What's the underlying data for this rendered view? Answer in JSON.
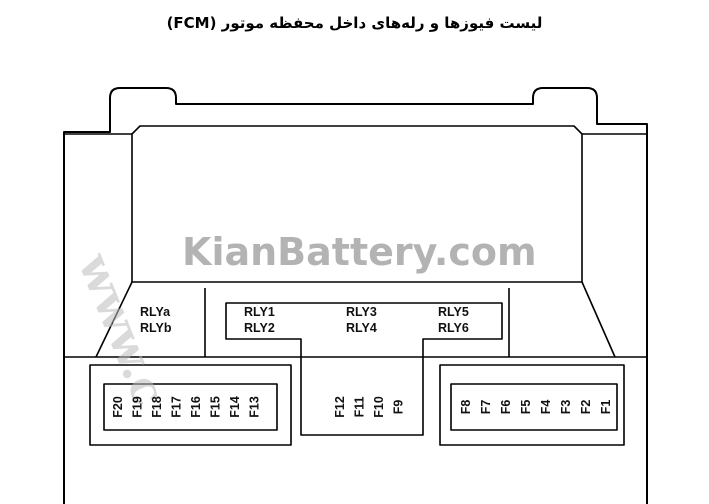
{
  "title": "لیست فیوزها و رله‌های داخل محفظه موتور (FCM)",
  "watermark": "KianBattery.com",
  "watermark_diag": "www.c",
  "relays_left": [
    "RLYa",
    "RLYb"
  ],
  "relays_center": {
    "rly1": "RLY1",
    "rly2": "RLY2",
    "rly3": "RLY3",
    "rly4": "RLY4",
    "rly5": "RLY5",
    "rly6": "RLY6"
  },
  "fuses_left": [
    "F20",
    "F19",
    "F18",
    "F17",
    "F16",
    "F15",
    "F14",
    "F13"
  ],
  "fuses_center": [
    "F12",
    "F11",
    "F10",
    "F9"
  ],
  "fuses_right": [
    "F8",
    "F7",
    "F6",
    "F5",
    "F4",
    "F3",
    "F2",
    "F1"
  ]
}
